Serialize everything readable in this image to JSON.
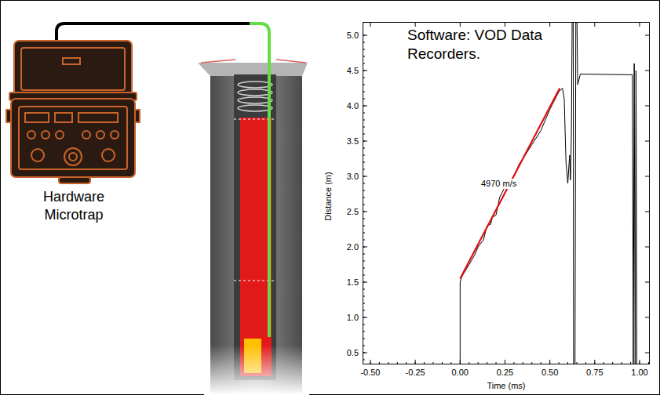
{
  "diagram": {
    "nodes": [
      {
        "text": [
          "Hardware Microtrap"
        ]
      },
      {
        "text": [
          "Software: VOD Data Recorders."
        ]
      }
    ],
    "labels": [
      "5.0",
      "4.5",
      "4.0",
      "3.5",
      "3.0",
      "2.5",
      "2.0",
      "1.5",
      "1.0",
      "0.5",
      "-0.50",
      "-0.25",
      "0.00",
      "0.25",
      "0.50",
      "0.75",
      "1.00",
      "Distance (m)",
      "Time (ms)",
      "4970 m/s"
    ]
  }
}
